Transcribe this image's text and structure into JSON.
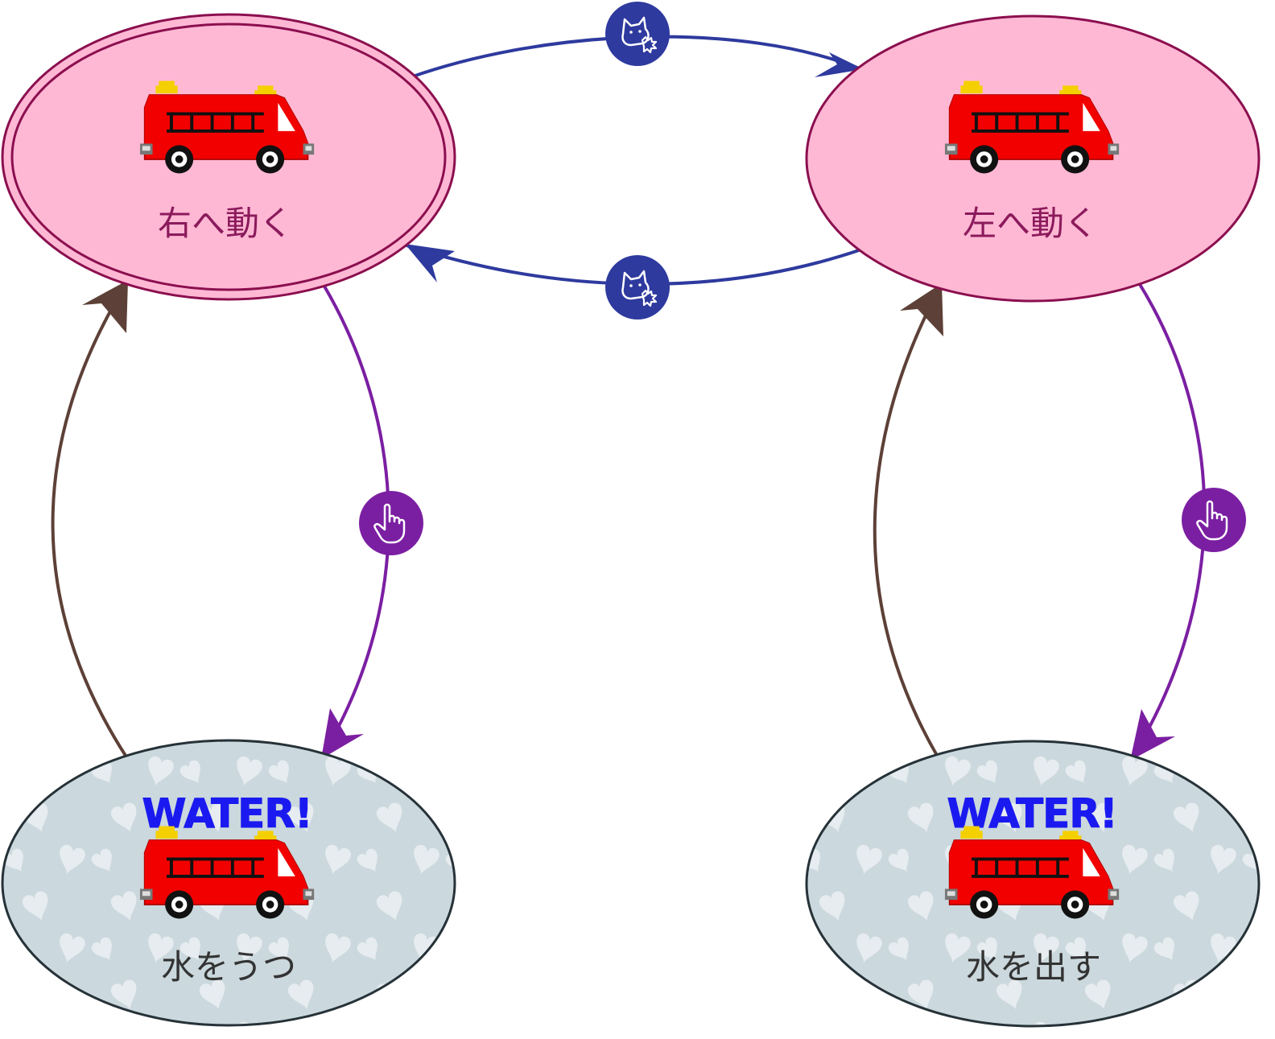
{
  "states": {
    "move_right": {
      "label": "右へ動く",
      "initial": true,
      "fill": "#FFB8D4",
      "stroke": "#8B0F4F",
      "text_color": "#8B1A5C"
    },
    "move_left": {
      "label": "左へ動く",
      "initial": false,
      "fill": "#FFB8D4",
      "stroke": "#8B0F4F",
      "text_color": "#8B1A5C"
    },
    "shoot_water": {
      "label": "水をうつ",
      "banner": "WATER!",
      "fill": "#CBD8DD",
      "stroke": "#263238",
      "text_color": "#333333"
    },
    "spray_water": {
      "label": "水を出す",
      "banner": "WATER!",
      "fill": "#CBD8DD",
      "stroke": "#263238",
      "text_color": "#333333"
    }
  },
  "transitions": [
    {
      "from": "move_right",
      "to": "move_left",
      "trigger_icon": "wolf-bark-icon",
      "color": "#2E3A9E"
    },
    {
      "from": "move_left",
      "to": "move_right",
      "trigger_icon": "wolf-bark-icon",
      "color": "#2E3A9E"
    },
    {
      "from": "move_right",
      "to": "shoot_water",
      "trigger_icon": "pointing-hand-icon",
      "color": "#7B1FA2"
    },
    {
      "from": "move_left",
      "to": "spray_water",
      "trigger_icon": "pointing-hand-icon",
      "color": "#7B1FA2"
    },
    {
      "from": "shoot_water",
      "to": "move_right",
      "trigger_icon": null,
      "color": "#5D4037"
    },
    {
      "from": "spray_water",
      "to": "move_left",
      "trigger_icon": null,
      "color": "#5D4037"
    }
  ],
  "icons": {
    "fire_truck": "fire-truck-icon",
    "heart_pattern": "heart-pattern"
  },
  "colors": {
    "banner_blue": "#1A1AF0",
    "truck_red": "#F20000",
    "light_yellow": "#F5D000"
  }
}
